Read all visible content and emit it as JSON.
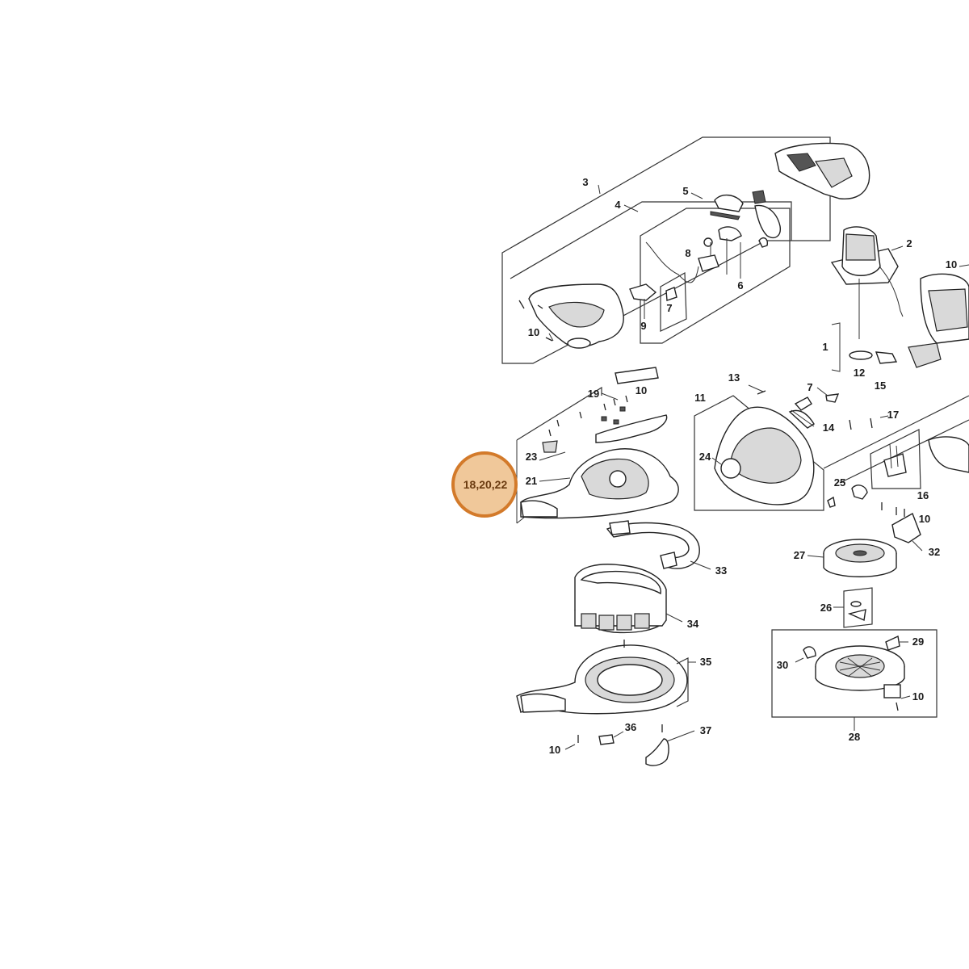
{
  "diagram": {
    "type": "exploded-parts-diagram",
    "accent_color": "#d37a2a",
    "hotspot": {
      "label": "18,20,22",
      "fill_color": "#f0c89a"
    },
    "part_labels": {
      "p1": "1",
      "p2": "2",
      "p3": "3",
      "p4": "4",
      "p5": "5",
      "p6": "6",
      "p7a": "7",
      "p7b": "7",
      "p8": "8",
      "p9": "9",
      "p10a": "10",
      "p10b": "10",
      "p10c": "10",
      "p10d": "10",
      "p10e": "10",
      "p10f": "10",
      "p11": "11",
      "p12": "12",
      "p13": "13",
      "p14": "14",
      "p15": "15",
      "p16": "16",
      "p17": "17",
      "p19": "19",
      "p21": "21",
      "p23": "23",
      "p24": "24",
      "p25": "25",
      "p26": "26",
      "p27": "27",
      "p28": "28",
      "p29": "29",
      "p30": "30",
      "p32": "32",
      "p33": "33",
      "p34": "34",
      "p35": "35",
      "p36": "36",
      "p37": "37"
    }
  }
}
